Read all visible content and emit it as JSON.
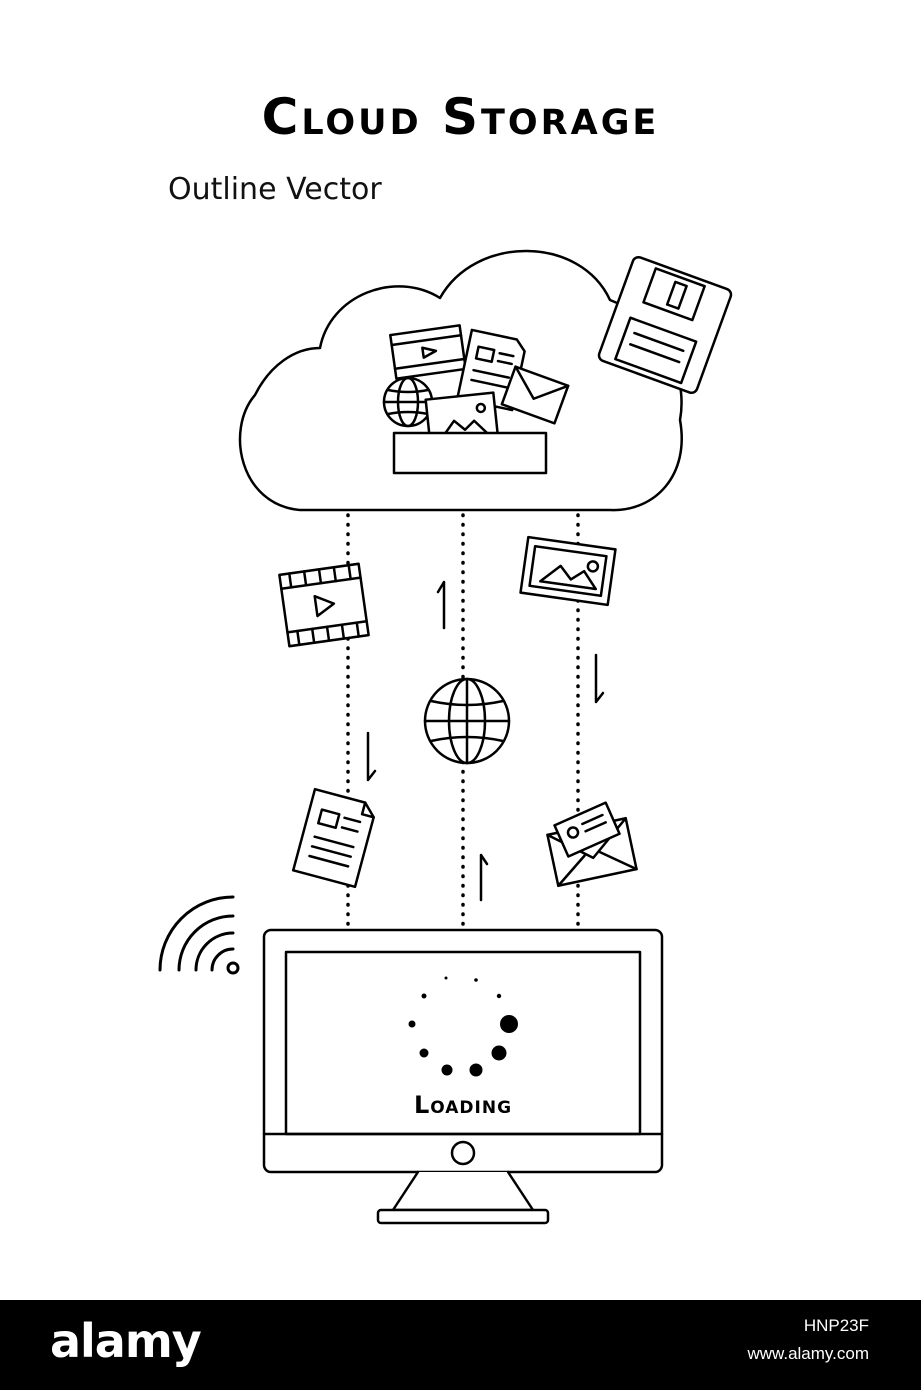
{
  "title": "Cloud Storage",
  "subtitle": "Outline Vector",
  "screen": {
    "loading_label": "Loading"
  },
  "footer": {
    "brand": "alamy",
    "image_id": "HNP23F",
    "site": "www.alamy.com"
  },
  "colors": {
    "stroke": "#000000",
    "background": "#ffffff",
    "footer_bg": "#000000",
    "footer_text": "#ffffff"
  },
  "icons": [
    "cloud-icon",
    "floppy-disk-icon",
    "file-box-icon",
    "film-icon",
    "document-icon",
    "image-icon",
    "globe-icon",
    "envelope-icon",
    "email-at-icon",
    "wifi-icon",
    "monitor-icon",
    "loading-spinner-icon",
    "arrow-up-icon",
    "arrow-down-icon"
  ]
}
